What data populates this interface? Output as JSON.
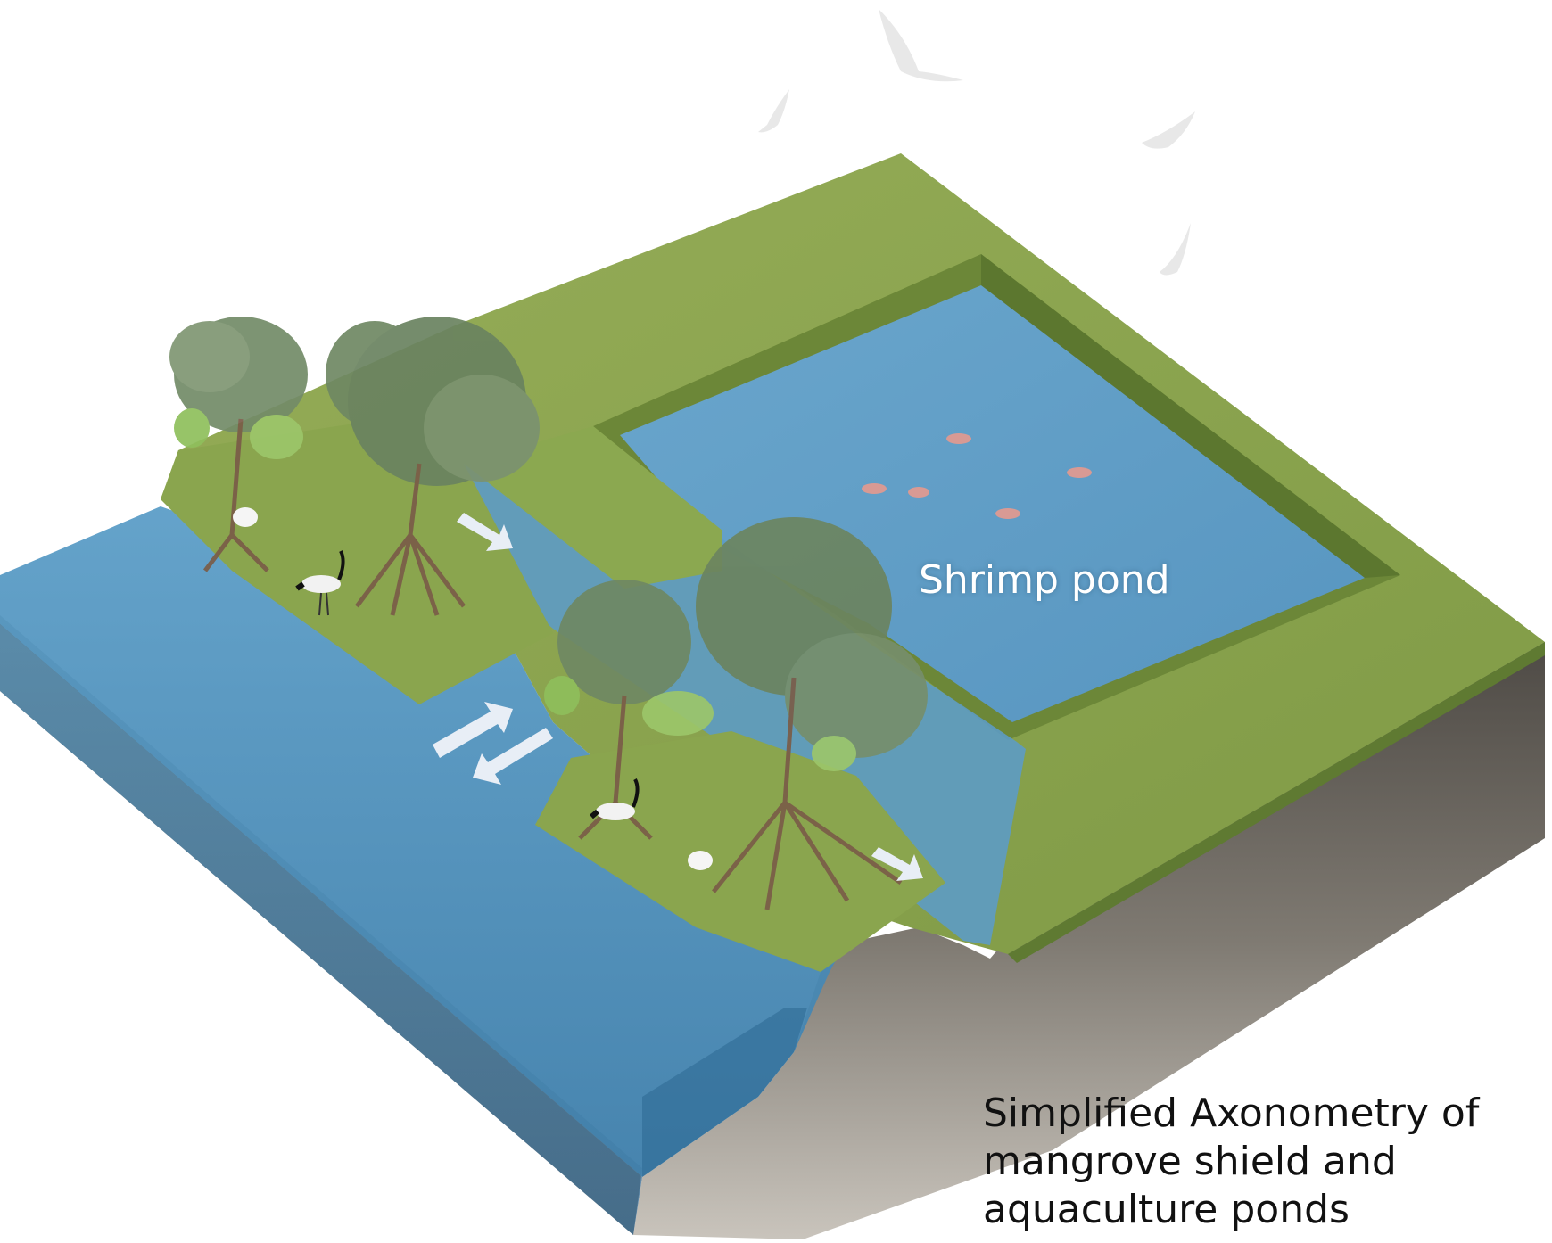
{
  "labels": {
    "pond": "Shrimp pond"
  },
  "caption": {
    "lines": [
      "Simplified Axonometry of",
      "mangrove shield and",
      "aquaculture ponds"
    ]
  },
  "colors": {
    "water": "#4f8fb8",
    "water_deep": "#2f6f9a",
    "grass": "#8fa852",
    "grass_dark": "#6f8a3c",
    "soil": "#8f8a82",
    "tree": "#6f8a64",
    "arrow": "#e8eef6"
  }
}
